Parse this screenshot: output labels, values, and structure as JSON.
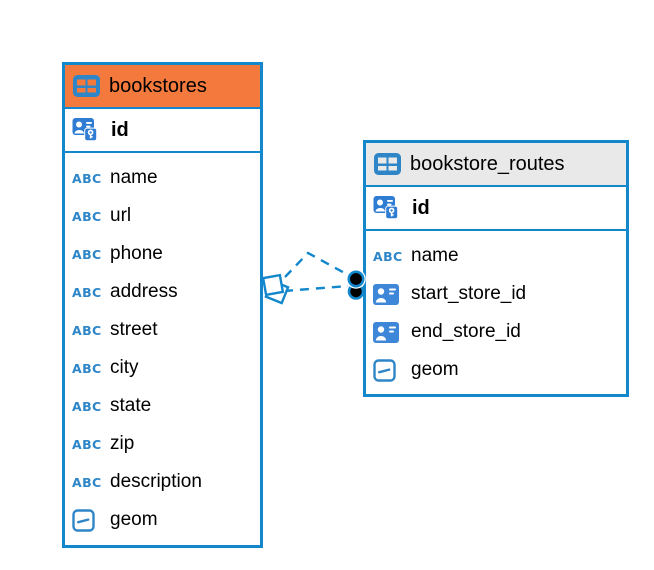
{
  "colors": {
    "canvas_bg": "#ffffff",
    "table_border_blue": "#1287cc",
    "bookstores_header_bg": "#f4793c",
    "routes_header_bg": "#e9e9e9",
    "type_icon_blue": "#2e86c8",
    "key_card_blue": "#2f7cd3",
    "fk_card_blue": "#3d86d8",
    "connector_blue": "#1287cc",
    "endpoint_dot_black": "#000000",
    "text_black": "#000000"
  },
  "icons": {
    "text_type_glyph": "ABC"
  },
  "tables": [
    {
      "name": "bookstores",
      "columns": [
        {
          "name": "id",
          "type_icon": "primary-key-icon",
          "primary_key": true
        },
        {
          "name": "name",
          "type_icon": "text-type-icon"
        },
        {
          "name": "url",
          "type_icon": "text-type-icon"
        },
        {
          "name": "phone",
          "type_icon": "text-type-icon"
        },
        {
          "name": "address",
          "type_icon": "text-type-icon"
        },
        {
          "name": "street",
          "type_icon": "text-type-icon"
        },
        {
          "name": "city",
          "type_icon": "text-type-icon"
        },
        {
          "name": "state",
          "type_icon": "text-type-icon"
        },
        {
          "name": "zip",
          "type_icon": "text-type-icon"
        },
        {
          "name": "description",
          "type_icon": "text-type-icon"
        },
        {
          "name": "geom",
          "type_icon": "geometry-type-icon"
        }
      ]
    },
    {
      "name": "bookstore_routes",
      "columns": [
        {
          "name": "id",
          "type_icon": "primary-key-icon",
          "primary_key": true
        },
        {
          "name": "name",
          "type_icon": "text-type-icon"
        },
        {
          "name": "start_store_id",
          "type_icon": "foreign-key-icon"
        },
        {
          "name": "end_store_id",
          "type_icon": "foreign-key-icon"
        },
        {
          "name": "geom",
          "type_icon": "geometry-type-icon"
        }
      ]
    }
  ],
  "relationships": [
    {
      "from_table": "bookstores",
      "to_table": "bookstore_routes",
      "line_style": "dashed"
    }
  ]
}
